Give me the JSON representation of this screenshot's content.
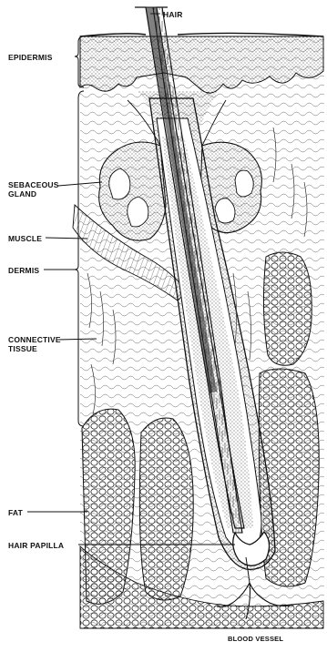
{
  "labels": {
    "hair": "HAIR",
    "epidermis": "EPIDERMIS",
    "sebaceous_gland": "SEBACEOUS\nGLAND",
    "muscle": "MUSCLE",
    "dermis": "DERMIS",
    "connective_tissue": "CONNECTIVE\nTISSUE",
    "fat": "FAT",
    "hair_papilla": "HAIR PAPILLA",
    "blood_vessel": "BLOOD VESSEL"
  },
  "colors": {
    "ink": "#111111",
    "paper": "#ffffff"
  }
}
